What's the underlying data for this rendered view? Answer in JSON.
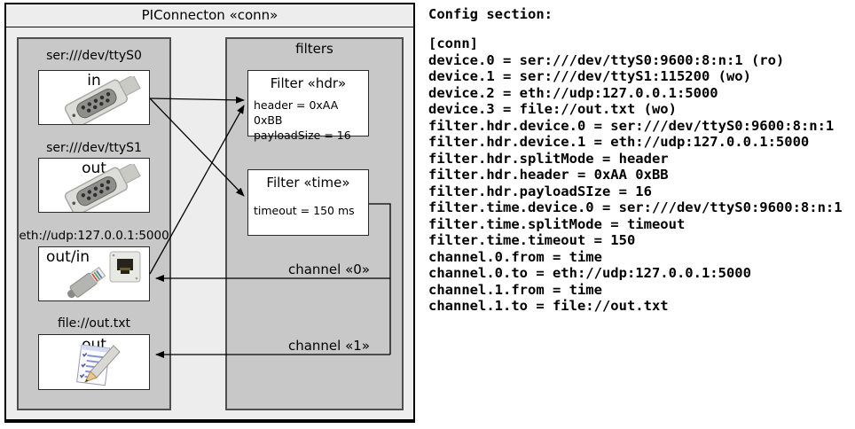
{
  "diagram": {
    "title": "PIConnecton «conn»",
    "filters_title": "filters",
    "devices": [
      {
        "label": "ser:///dev/ttyS0",
        "direction": "in",
        "icon": "serial-connector"
      },
      {
        "label": "ser:///dev/ttyS1",
        "direction": "out",
        "icon": "serial-connector"
      },
      {
        "label": "eth://udp:127.0.0.1:5000",
        "direction": "out/in",
        "icon": "ethernet-connector"
      },
      {
        "label": "file://out.txt",
        "direction": "out",
        "icon": "notepad"
      }
    ],
    "filters": [
      {
        "title": "Filter «hdr»",
        "params": [
          "header = 0xAA 0xBB",
          "payloadSize = 16"
        ]
      },
      {
        "title": "Filter «time»",
        "params": [
          "timeout = 150 ms"
        ]
      }
    ],
    "channels": [
      {
        "label": "channel «0»"
      },
      {
        "label": "channel «1»"
      }
    ]
  },
  "config": {
    "title": "Config section:",
    "lines": [
      "[conn]",
      "device.0 = ser:///dev/ttyS0:9600:8:n:1 (ro)",
      "device.1 = ser:///dev/ttyS1:115200 (wo)",
      "device.2 = eth://udp:127.0.0.1:5000",
      "device.3 = file://out.txt (wo)",
      "filter.hdr.device.0 = ser:///dev/ttyS0:9600:8:n:1",
      "filter.hdr.device.1 = eth://udp:127.0.0.1:5000",
      "filter.hdr.splitMode = header",
      "filter.hdr.header = 0xAA 0xBB",
      "filter.hdr.payloadSIze = 16",
      "filter.time.device.0 = ser:///dev/ttyS0:9600:8:n:1",
      "filter.time.splitMode = timeout",
      "filter.time.timeout = 150",
      "channel.0.from = time",
      "channel.0.to = eth://udp:127.0.0.1:5000",
      "channel.1.from = time",
      "channel.1.to = file://out.txt"
    ]
  },
  "colors": {
    "outer_bg": "#ededed",
    "panel_bg": "#c8c8c8",
    "box_bg": "#ffffff",
    "border": "#000000",
    "text": "#000000"
  }
}
